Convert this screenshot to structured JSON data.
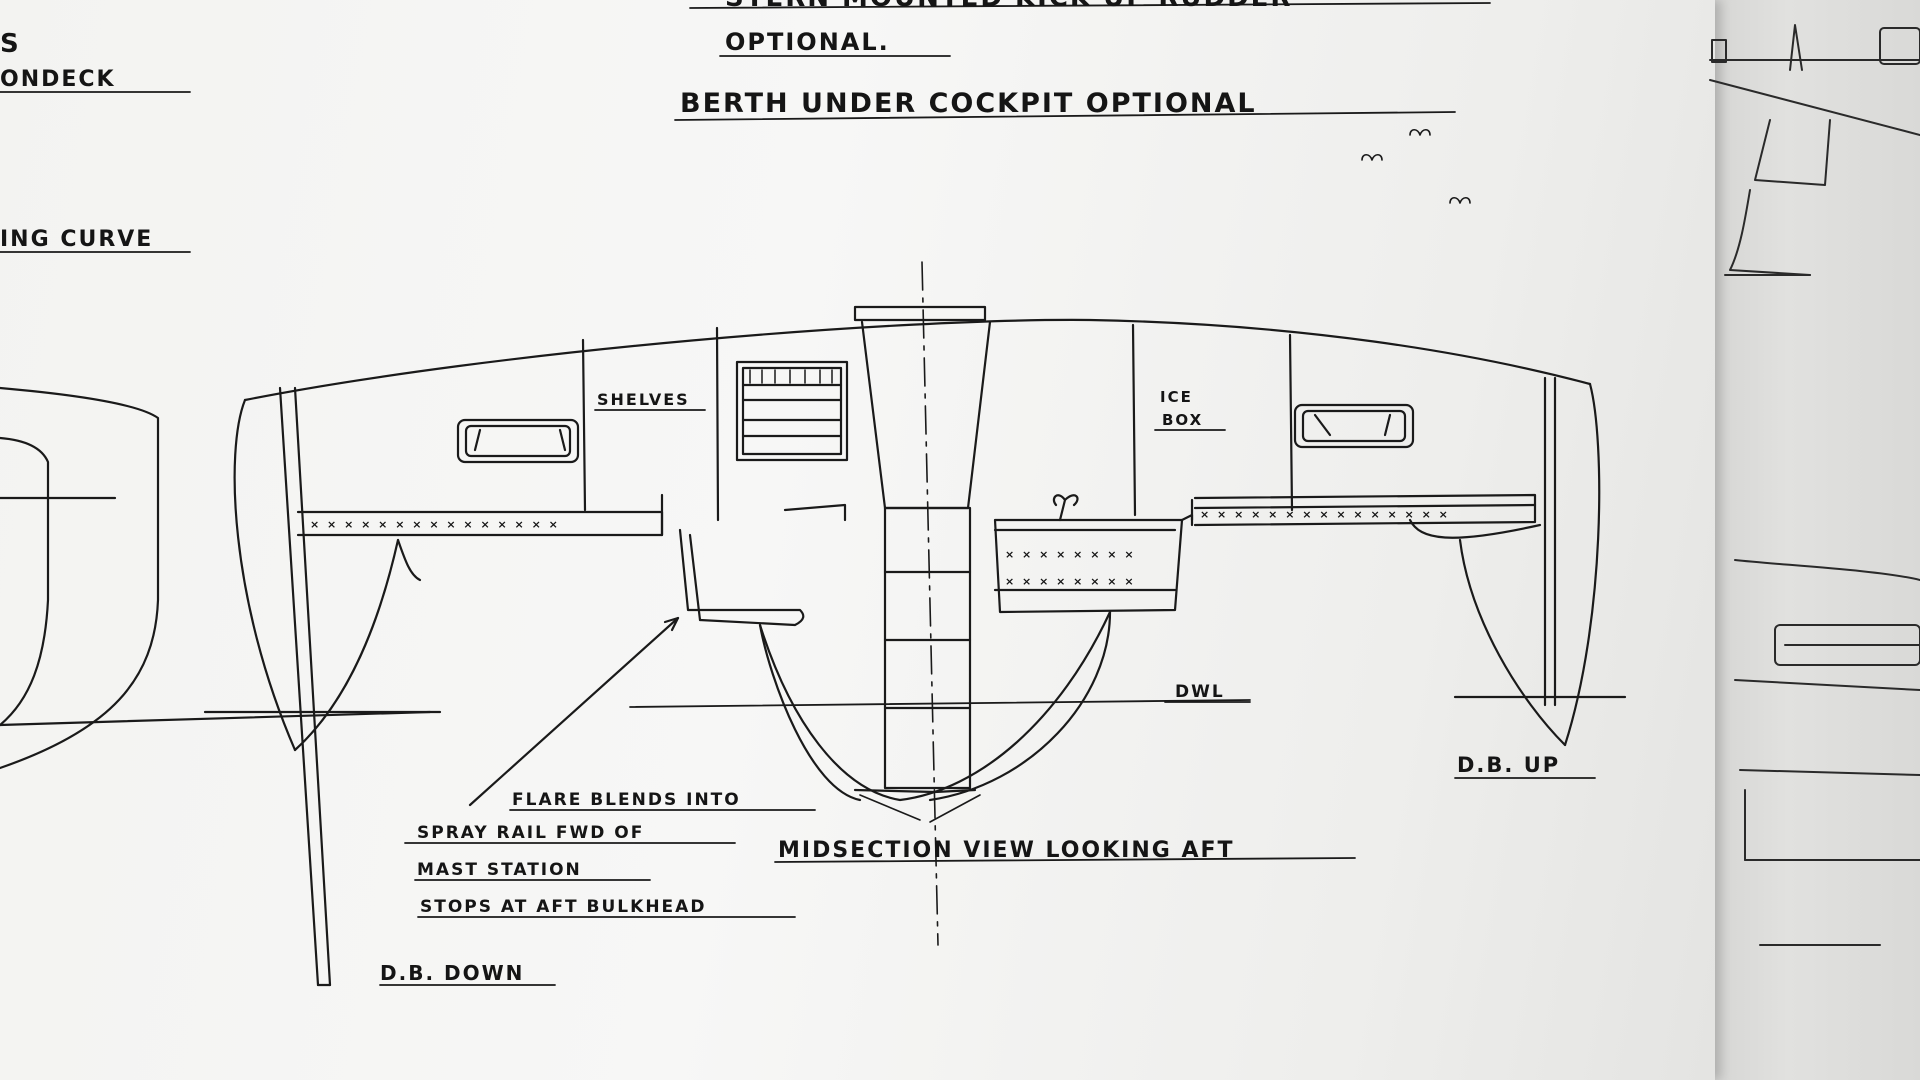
{
  "notes": {
    "top_partial": "STERN MOUNTED KICK UP RUDDER",
    "optional_1": "OPTIONAL.",
    "berth": "BERTH UNDER COCKPIT OPTIONAL",
    "left_s": "S",
    "left_ondeck": "ONDECK",
    "left_curve": "ING CURVE"
  },
  "labels": {
    "shelves": "SHELVES",
    "ice": "ICE",
    "box": "BOX",
    "dwl": "DWL",
    "db_up": "D.B. UP",
    "db_down": "D.B. DOWN",
    "flare_1": "FLARE BLENDS INTO",
    "flare_2": "SPRAY RAIL FWD OF",
    "flare_3": "MAST STATION",
    "flare_4": "STOPS AT AFT BULKHEAD",
    "title": "MIDSECTION VIEW LOOKING AFT"
  }
}
